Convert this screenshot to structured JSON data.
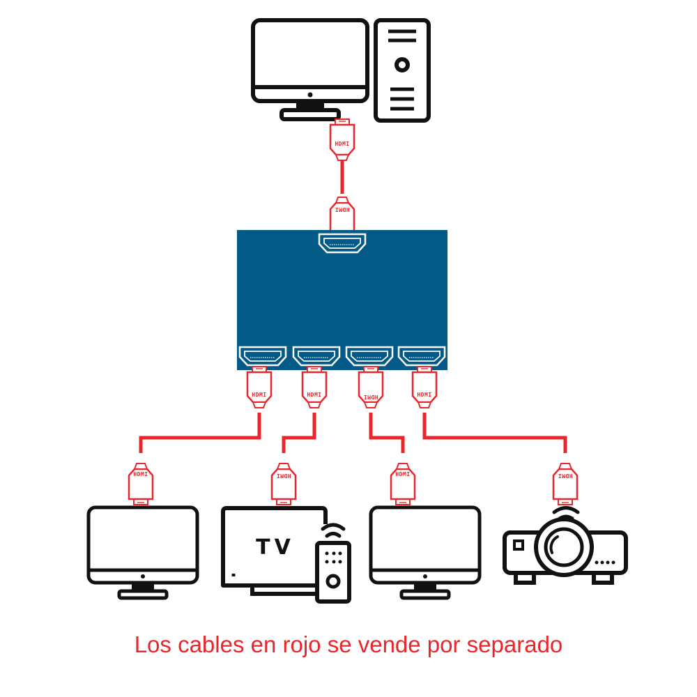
{
  "diagram": {
    "connector_label": "HDMI",
    "tv_label": "TV",
    "footer_note": "Los cables en rojo se vende por separado"
  },
  "colors": {
    "cable": "#e8262b",
    "splitter": "#045a87",
    "icon_stroke": "#111111",
    "port_stroke": "#ffffff"
  },
  "icons": [
    "desktop-computer-icon",
    "hdmi-splitter-icon",
    "monitor-icon",
    "tv-with-remote-icon",
    "projector-icon"
  ]
}
